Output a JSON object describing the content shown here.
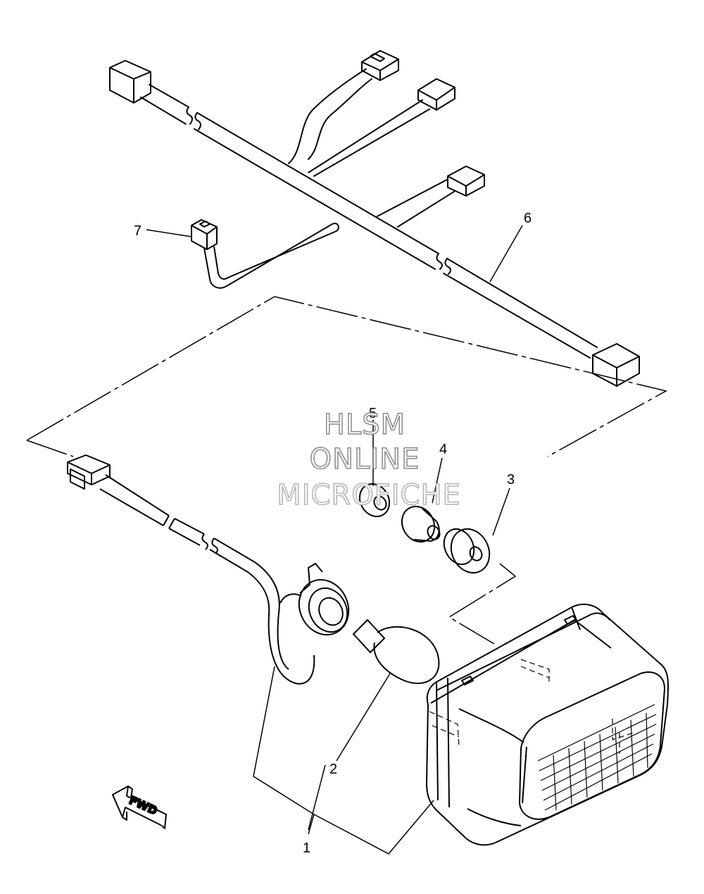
{
  "diagram": {
    "callouts": [
      "1",
      "2",
      "3",
      "4",
      "5",
      "6",
      "7"
    ],
    "direction_label": "FWD",
    "watermark": {
      "line1": "HLSM",
      "line2": "ONLINE",
      "line3": "MICROFICHE"
    }
  },
  "parts": [
    {
      "ref": "1",
      "depicts": "tail light assembly"
    },
    {
      "ref": "2",
      "depicts": "bulb"
    },
    {
      "ref": "3",
      "depicts": "grommet"
    },
    {
      "ref": "4",
      "depicts": "collar"
    },
    {
      "ref": "5",
      "depicts": "nut"
    },
    {
      "ref": "6",
      "depicts": "wire harness"
    },
    {
      "ref": "7",
      "depicts": "connector lead"
    }
  ],
  "colors": {
    "line": "#000000",
    "watermark_stroke": "#8a8a8a"
  },
  "icons": [
    "fwd-arrow-icon"
  ]
}
